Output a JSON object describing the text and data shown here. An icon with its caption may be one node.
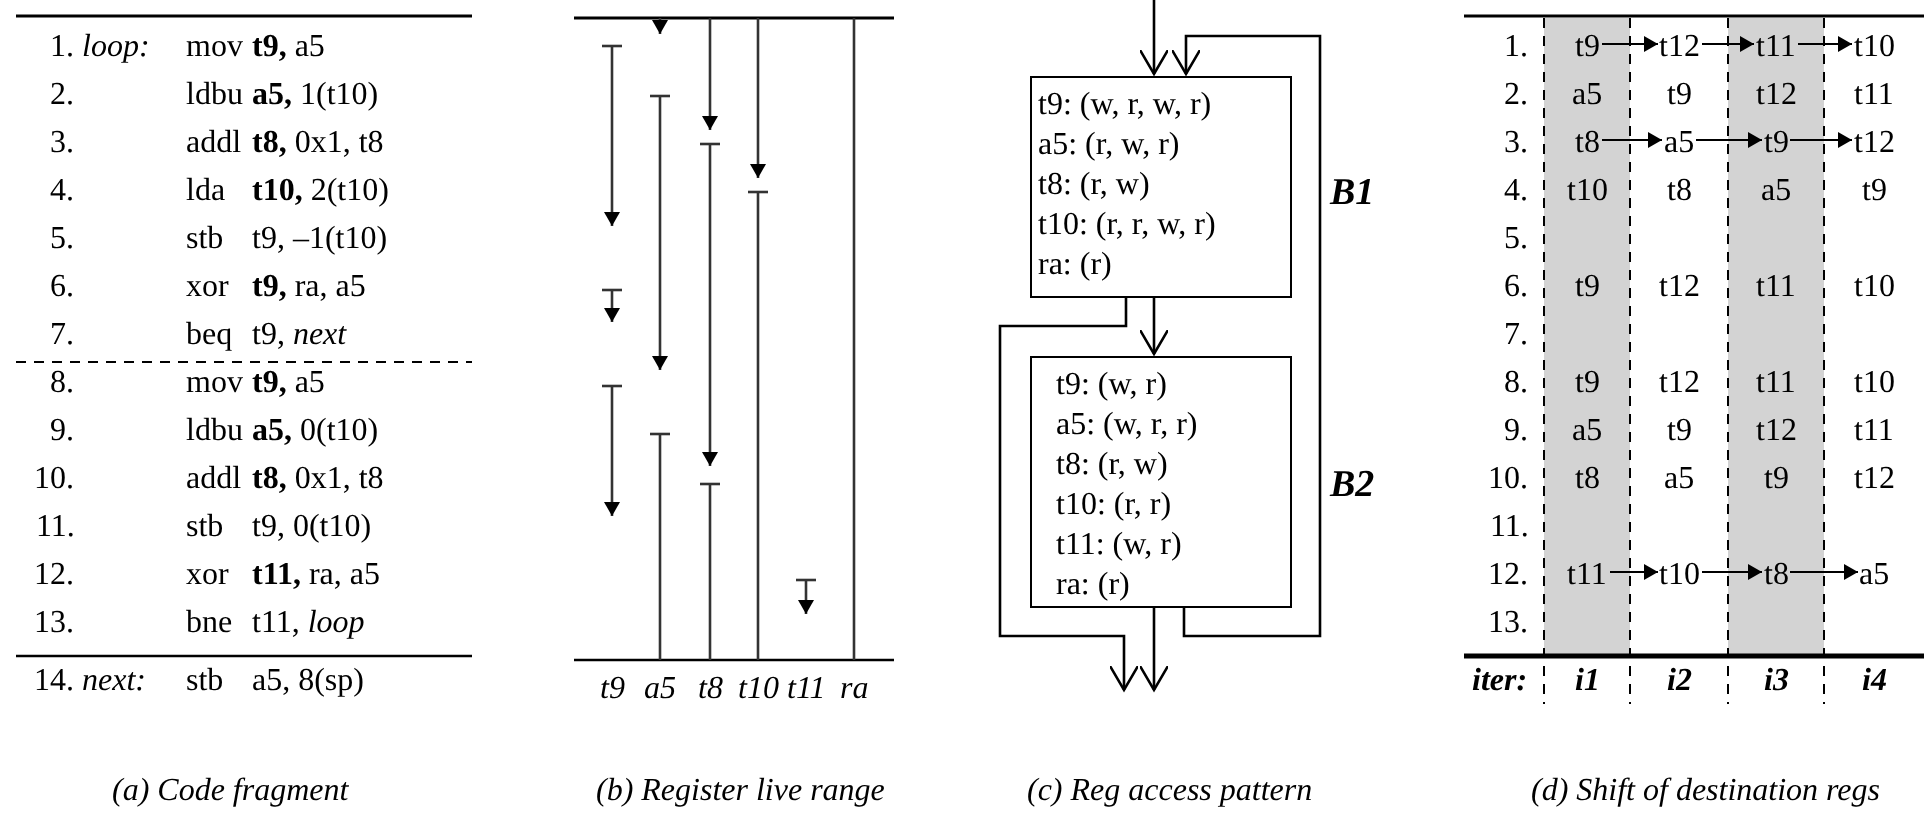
{
  "diagram": {
    "nodes": [
      {
        "text": [
          "t9: (w, r, w, r)",
          "a5: (r, w, r)",
          "t8: (r, w)",
          "t10: (r, r, w, r)",
          "ra: (r)"
        ],
        "beside": [
          "B1"
        ]
      },
      {
        "text": [
          "t9: (w, r)",
          "a5: (w, r, r)",
          "t8: (r, w)",
          "t10: (r, r)",
          "t11: (w, r)",
          "ra: (r)"
        ],
        "beside": [
          "B2"
        ]
      },
      {
        "text": [
          "t9"
        ]
      },
      {
        "text": [
          "t12"
        ]
      },
      {
        "text": [
          "t11"
        ]
      },
      {
        "text": [
          "t10"
        ]
      },
      {
        "text": [
          "t8"
        ]
      },
      {
        "text": [
          "a5"
        ]
      },
      {
        "text": [
          "t9"
        ]
      },
      {
        "text": [
          "t12"
        ]
      },
      {
        "text": [
          "t11"
        ]
      },
      {
        "text": [
          "t10"
        ]
      },
      {
        "text": [
          "t8"
        ]
      },
      {
        "text": [
          "a5"
        ]
      }
    ],
    "edges": [
      {
        "from": null,
        "to": 0,
        "arrow": "to"
      },
      {
        "from": 1,
        "to": 0,
        "arrow": "to"
      },
      {
        "from": 0,
        "to": 1,
        "arrow": "to"
      },
      {
        "from": 0,
        "to": null,
        "arrow": "to"
      },
      {
        "from": 1,
        "to": null,
        "arrow": "to"
      },
      {
        "from": 2,
        "to": 3,
        "arrow": "to"
      },
      {
        "from": 3,
        "to": 4,
        "arrow": "to"
      },
      {
        "from": 4,
        "to": 5,
        "arrow": "to"
      },
      {
        "from": 6,
        "to": 7,
        "arrow": "to"
      },
      {
        "from": 7,
        "to": 8,
        "arrow": "to"
      },
      {
        "from": 8,
        "to": 9,
        "arrow": "to"
      },
      {
        "from": 10,
        "to": 11,
        "arrow": "to"
      },
      {
        "from": 11,
        "to": 12,
        "arrow": "to"
      },
      {
        "from": 12,
        "to": 13,
        "arrow": "to"
      }
    ],
    "labels": [
      "1.",
      "loop:",
      "mov",
      "**t9,** a5",
      "2.",
      "ldbu",
      "**a5,** 1(t10)",
      "3.",
      "addl",
      "**t8,** 0x1, t8",
      "4.",
      "lda",
      "**t10,** 2(t10)",
      "5.",
      "stb",
      "t9, –1(t10)",
      "6.",
      "xor",
      "**t9,** ra, a5",
      "7.",
      "beq",
      "t9, *next*",
      "8.",
      "mov",
      "**t9,** a5",
      "9.",
      "ldbu",
      "**a5,** 0(t10)",
      "10.",
      "addl",
      "**t8,** 0x1, t8",
      "11.",
      "stb",
      "t9, 0(t10)",
      "12.",
      "xor",
      "**t11,** ra, a5",
      "13.",
      "bne",
      "t11, *loop*",
      "14.",
      "next:",
      "stb",
      "a5, 8(sp)",
      "t9",
      "a5",
      "t8",
      "t10",
      "t11",
      "ra",
      "1.",
      "2.",
      "a5",
      "t9",
      "t12",
      "t11",
      "3.",
      "4.",
      "t10",
      "t8",
      "a5",
      "t9",
      "5.",
      "6.",
      "t9",
      "t12",
      "t11",
      "t10",
      "7.",
      "8.",
      "t9",
      "t12",
      "t11",
      "t10",
      "9.",
      "a5",
      "t9",
      "t12",
      "t11",
      "10.",
      "t8",
      "a5",
      "t9",
      "t12",
      "11.",
      "12.",
      "13.",
      "iter:",
      "i1",
      "i2",
      "i3",
      "i4",
      "(a) Code fragment",
      "(b) Register live range",
      "(c) Reg access pattern",
      "(d) Shift of destination regs"
    ]
  }
}
